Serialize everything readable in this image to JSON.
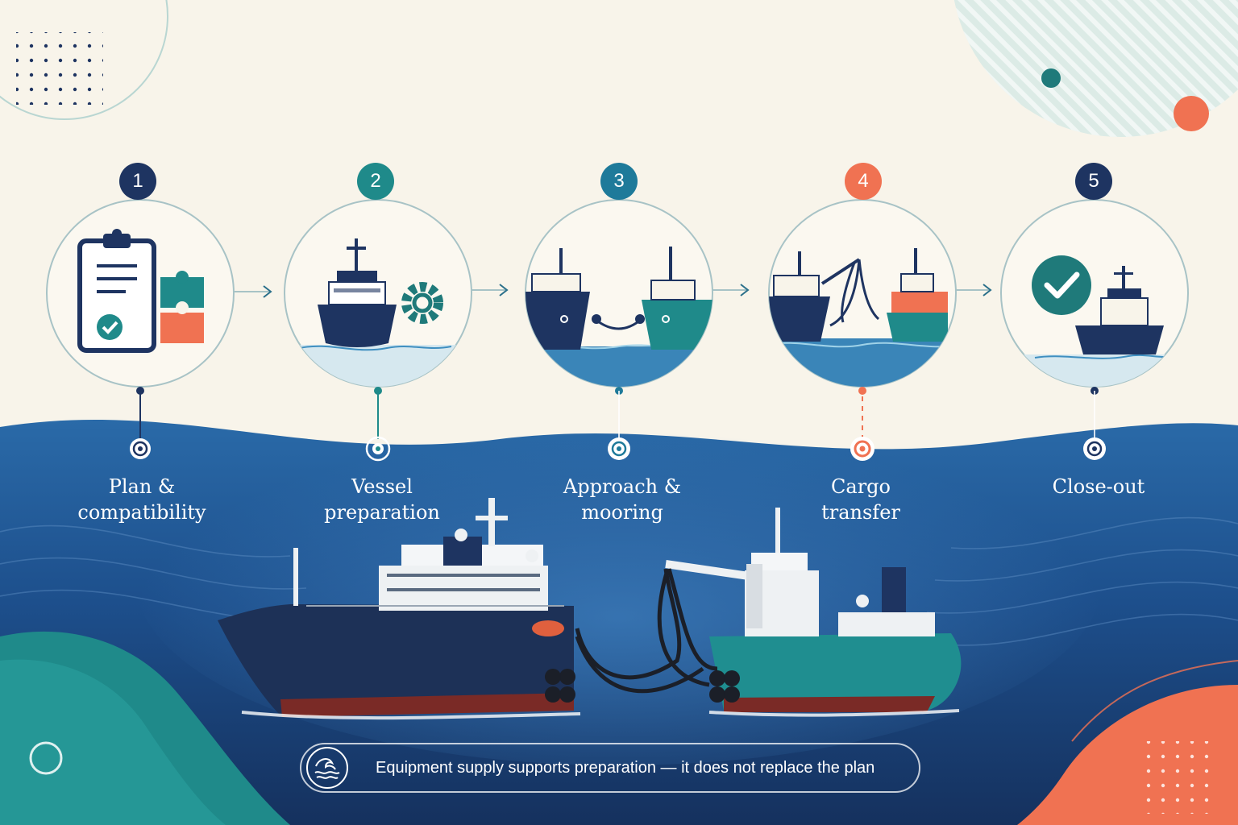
{
  "colors": {
    "cream": "#f8f4ea",
    "navy": "#1e3461",
    "deep_blue": "#1a3f78",
    "teal": "#1f8a8a",
    "coral": "#f07252",
    "hull_red": "#7a2a26"
  },
  "steps": [
    {
      "number": "1",
      "label": "Plan &\ncompatibility",
      "color": "#1e3461",
      "icon": "clipboard-puzzle-icon"
    },
    {
      "number": "2",
      "label": "Vessel\npreparation",
      "color": "#1f8a8a",
      "icon": "ship-gear-icon"
    },
    {
      "number": "3",
      "label": "Approach &\nmooring",
      "color": "#1e7a9a",
      "icon": "ships-mooring-icon"
    },
    {
      "number": "4",
      "label": "Cargo\ntransfer",
      "color": "#f07252",
      "icon": "cargo-transfer-icon"
    },
    {
      "number": "5",
      "label": "Close-out",
      "color": "#1e3461",
      "icon": "check-ship-icon"
    }
  ],
  "footer": {
    "text": "Equipment supply supports preparation — it does not replace the plan",
    "icon": "wave-icon"
  }
}
